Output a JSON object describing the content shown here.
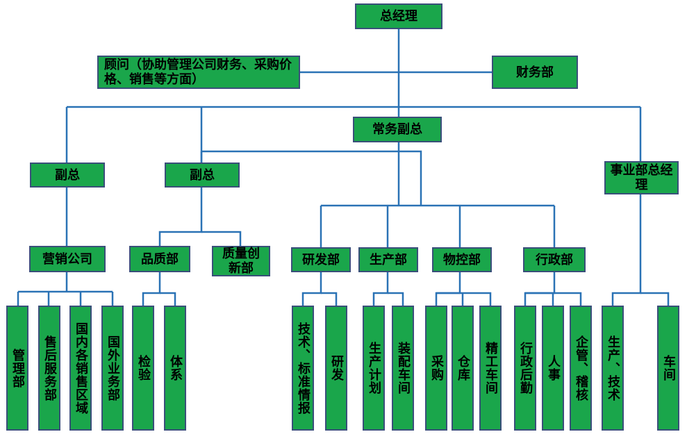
{
  "colors": {
    "box_fill": "#1aa64b",
    "box_border": "#3a4f7a",
    "connector": "#2a72b5"
  },
  "nodes": {
    "ceo": "总经理",
    "advisor": "顾问（协助管理公司财务、采购价格、销售等方面）",
    "finance": "财务部",
    "exec_vp": "常务副总",
    "vp1": "副总",
    "vp2": "副总",
    "bu_gm": "事业部总经理",
    "marketing": "营销公司",
    "quality": "品质部",
    "quality_innov": "质量创新部",
    "rnd": "研发部",
    "production": "生产部",
    "material": "物控部",
    "admin": "行政部",
    "mgmt": "管理部",
    "aftersales": "售后服务部",
    "domestic": "国内各销售区域",
    "foreign": "国外业务部",
    "inspection": "检验",
    "system": "体系",
    "tech_std": "技术、标准情报",
    "research": "研发",
    "prod_plan": "生产计划",
    "assembly": "装配车间",
    "purchase": "采购",
    "warehouse": "仓库",
    "finishing": "精工车间",
    "logistics": "行政后勤",
    "hr": "人事",
    "audit": "企管、稽核",
    "prod_tech": "生产、技术",
    "workshop": "车间"
  }
}
